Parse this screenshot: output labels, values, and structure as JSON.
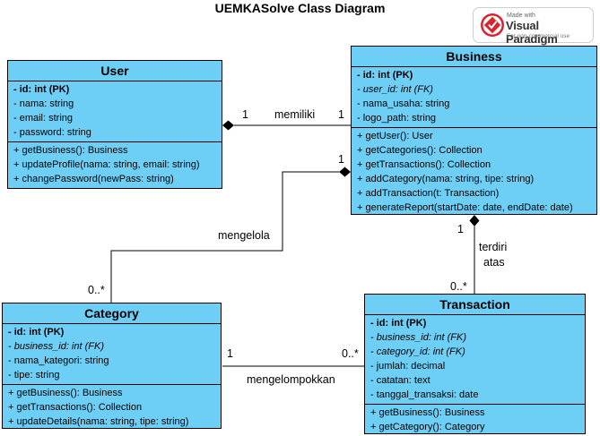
{
  "title": "UEMKASolve Class Diagram",
  "badge": {
    "line1": "Made with",
    "line2": "Visual Paradigm",
    "line3": "For non-commercial use",
    "icon": "visual-paradigm-logo-icon",
    "accent": "#d9232d"
  },
  "colors": {
    "class_fill": "#6ecff6",
    "stroke": "#000000"
  },
  "classes": {
    "user": {
      "name": "User",
      "attributes": [
        "- id: int (PK)",
        "- nama: string",
        "- email: string",
        "- password: string"
      ],
      "methods": [
        "+ getBusiness(): Business",
        "+ updateProfile(nama: string, email: string)",
        "+ changePassword(newPass: string)"
      ]
    },
    "business": {
      "name": "Business",
      "attributes": [
        "- id: int (PK)",
        "- user_id: int (FK)",
        "- nama_usaha: string",
        "- logo_path: string"
      ],
      "methods": [
        "+ getUser(): User",
        "+ getCategories(): Collection",
        "+ getTransactions(): Collection",
        "+ addCategory(nama: string, tipe: string)",
        "+ addTransaction(t: Transaction)",
        "+ generateReport(startDate: date, endDate: date)"
      ]
    },
    "category": {
      "name": "Category",
      "attributes": [
        "- id: int (PK)",
        "- business_id: int (FK)",
        "- nama_kategori: string",
        "- tipe: string"
      ],
      "methods": [
        "+ getBusiness(): Business",
        "+ getTransactions(): Collection",
        "+ updateDetails(nama: string, tipe: string)"
      ]
    },
    "transaction": {
      "name": "Transaction",
      "attributes": [
        "- id: int (PK)",
        "- business_id: int (FK)",
        "- category_id: int (FK)",
        "- jumlah: decimal",
        "- catatan: text",
        "- tanggal_transaksi: date"
      ],
      "methods": [
        "+ getBusiness(): Business",
        "+ getCategory(): Category"
      ]
    }
  },
  "relations": {
    "memiliki": {
      "label": "memiliki",
      "left_mult": "1",
      "right_mult": "1"
    },
    "mengelola": {
      "label": "mengelola",
      "top_mult": "1",
      "bottom_mult": "0..*"
    },
    "terdiri_atas": {
      "label_line1": "terdiri",
      "label_line2": "atas",
      "top_mult": "1",
      "bottom_mult": "0..*"
    },
    "mengelompokkan": {
      "label": "mengelompokkan",
      "left_mult": "1",
      "right_mult": "0..*"
    }
  }
}
